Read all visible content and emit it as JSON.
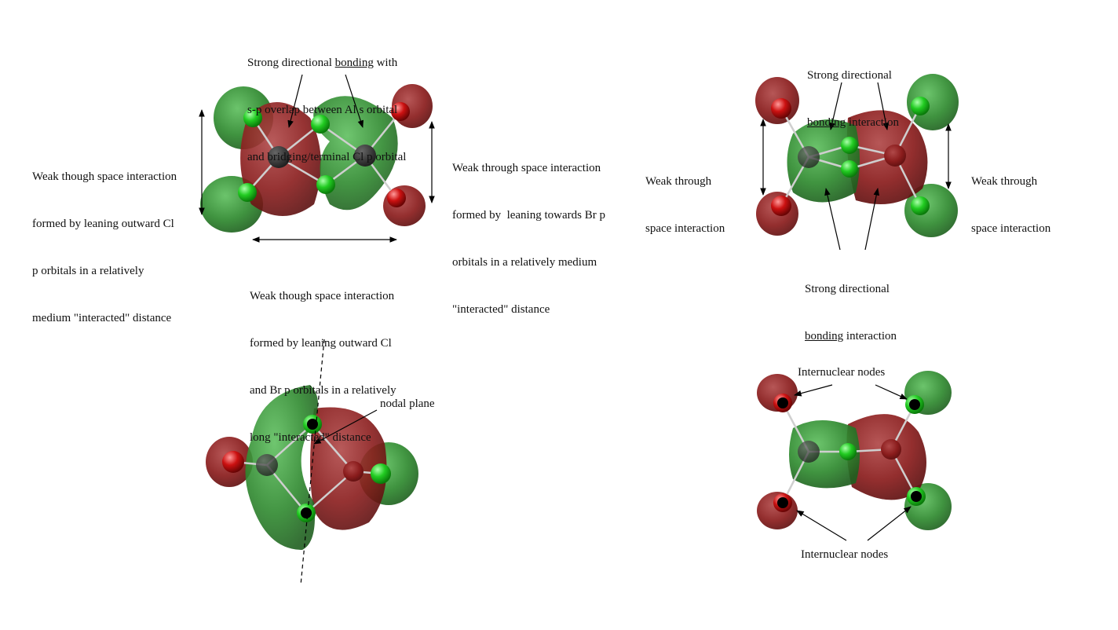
{
  "labels": {
    "tl_top": [
      "Strong directional ",
      "bonding",
      " with",
      "s-p overlap between Al s orbital",
      "and bridging/terminal Cl p orbital"
    ],
    "tl_left": [
      "Weak though space interaction",
      "formed by leaning outward Cl",
      "p orbitals in a relatively",
      "medium \"interacted\" distance"
    ],
    "tl_right": [
      "Weak through space interaction",
      "formed by  leaning towards Br p",
      "orbitals in a relatively medium",
      "\"interacted\" distance"
    ],
    "tl_bottom": [
      "Weak though space interaction",
      "formed by leaning outward Cl",
      "and Br p orbitals in a relatively",
      "long \"interacted\" distance"
    ],
    "tr_top": [
      "Strong directional",
      "bonding",
      " interaction"
    ],
    "tr_left": [
      "Weak through",
      "space interaction"
    ],
    "tr_right": [
      "Weak through",
      "space interaction"
    ],
    "tr_bottom": [
      "Strong directional",
      "bonding",
      " interaction"
    ],
    "bl_nodal": "nodal plane",
    "br_top": "Internuclear nodes",
    "br_bottom": "Internuclear nodes"
  },
  "colors": {
    "green_lobe": "#2f8a2f",
    "red_lobe": "#8a1c1c",
    "cl_atom": "#22cc22",
    "br_atom": "#cc1111",
    "node": "#000000"
  }
}
